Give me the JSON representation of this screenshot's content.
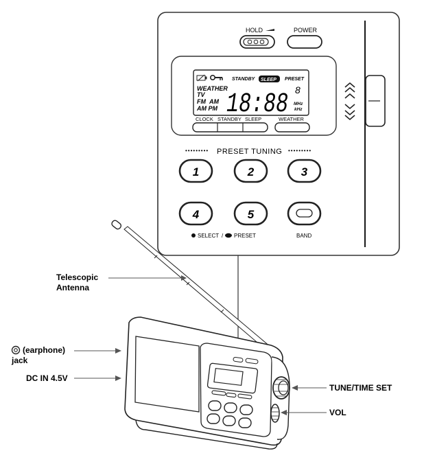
{
  "callouts": {
    "antenna_line1": "Telescopic",
    "antenna_line2": "Antenna",
    "earphone_line1": "(earphone)",
    "earphone_line2": "jack",
    "dcin": "DC IN 4.5V",
    "tune": "TUNE/TIME SET",
    "vol": "VOL"
  },
  "panel": {
    "hold": "HOLD",
    "power": "POWER",
    "preset_tuning": "PRESET TUNING",
    "preset_buttons": [
      "1",
      "2",
      "3",
      "4",
      "5"
    ],
    "band": "BAND",
    "select_preset": "SELECT / PRESET",
    "select_word": "SELECT",
    "preset_word": "PRESET"
  },
  "lcd": {
    "standby": "STANDBY",
    "sleep": "SLEEP",
    "preset": "PRESET",
    "weather": "WEATHER",
    "tv": "TV",
    "fm": "FM",
    "am": "AM",
    "ampm": "AM PM",
    "digits": "18:88",
    "small_digit": "8",
    "mhz": "MHz",
    "khz": "kHz"
  },
  "function_buttons": [
    "CLOCK",
    "STANDBY",
    "SLEEP",
    "WEATHER"
  ],
  "icons": [
    "battery-icon",
    "key-icon",
    "earphone-icon",
    "tune-dial-icon"
  ]
}
